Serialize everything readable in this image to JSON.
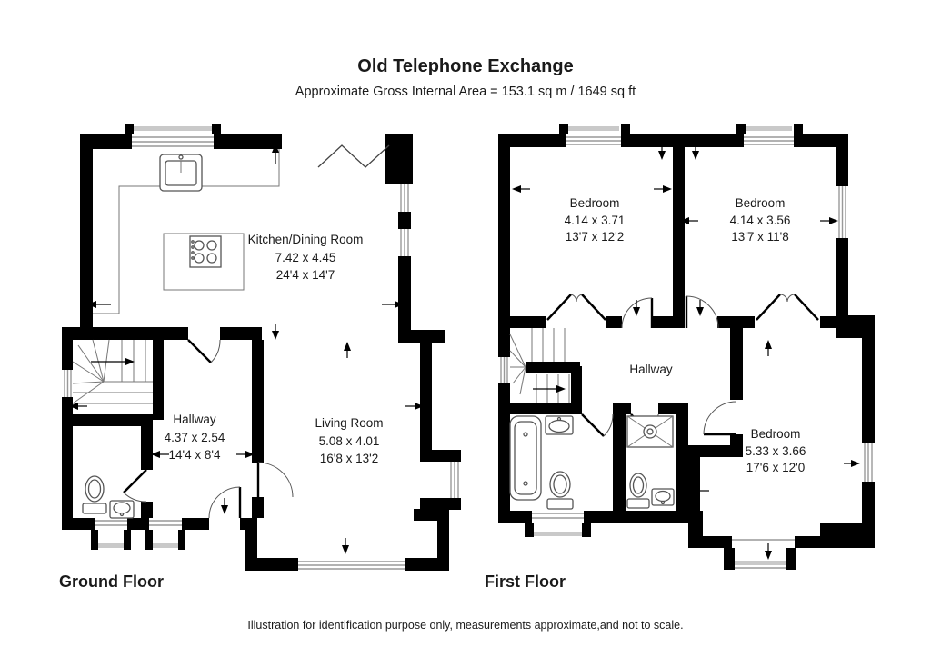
{
  "header": {
    "title": "Old Telephone Exchange",
    "subtitle": "Approximate Gross Internal Area = 153.1 sq m / 1649 sq ft"
  },
  "ground_floor": {
    "label": "Ground Floor",
    "kitchen": {
      "name": "Kitchen/Dining Room",
      "metric": "7.42 x 4.45",
      "imperial": "24'4 x 14'7"
    },
    "hallway": {
      "name": "Hallway",
      "metric": "4.37 x 2.54",
      "imperial": "14'4 x 8'4"
    },
    "living": {
      "name": "Living Room",
      "metric": "5.08 x 4.01",
      "imperial": "16'8 x 13'2"
    }
  },
  "first_floor": {
    "label": "First Floor",
    "bedroom1": {
      "name": "Bedroom",
      "metric": "4.14 x 3.71",
      "imperial": "13'7 x 12'2"
    },
    "bedroom2": {
      "name": "Bedroom",
      "metric": "4.14 x 3.56",
      "imperial": "13'7 x 11'8"
    },
    "hallway": {
      "name": "Hallway"
    },
    "bedroom3": {
      "name": "Bedroom",
      "metric": "5.33 x 3.66",
      "imperial": "17'6 x 12'0"
    }
  },
  "footer": {
    "disclaimer": "Illustration for identification purpose only, measurements approximate,and not to scale."
  },
  "colors": {
    "wall": "#000000",
    "fixture": "#555555",
    "glazing": "#999999",
    "text": "#1a1a1a"
  }
}
